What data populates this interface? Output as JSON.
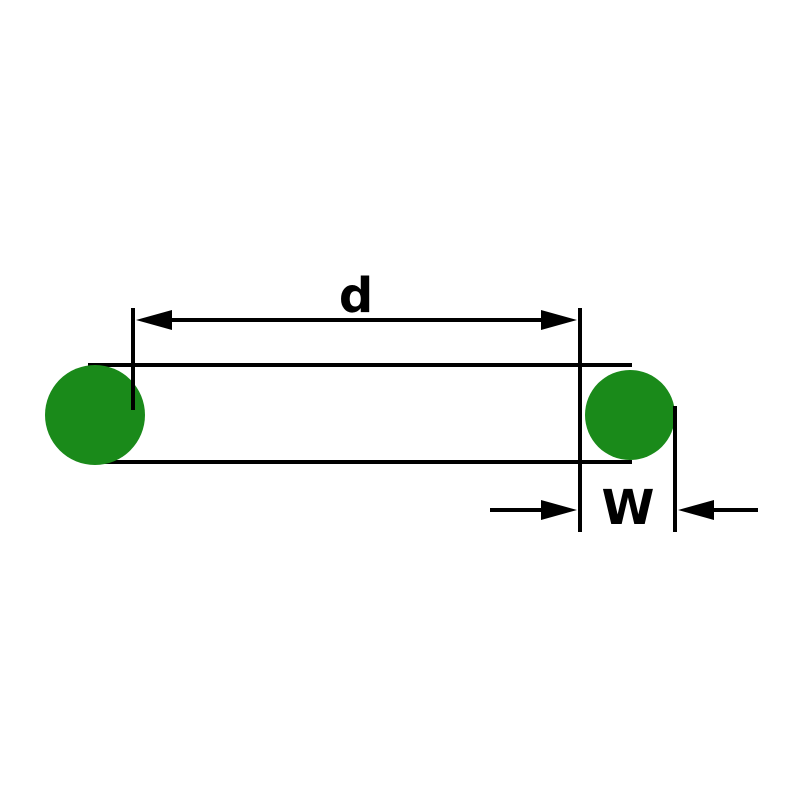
{
  "diagram": {
    "type": "technical-dimension-diagram",
    "subject": "o-ring side view with dimension callouts",
    "labels": {
      "inner_diameter": "d",
      "cross_section_width": "W"
    },
    "colors": {
      "ring_cross_section": "#1a8a1a",
      "ink": "#000000",
      "background": "#ffffff"
    }
  }
}
